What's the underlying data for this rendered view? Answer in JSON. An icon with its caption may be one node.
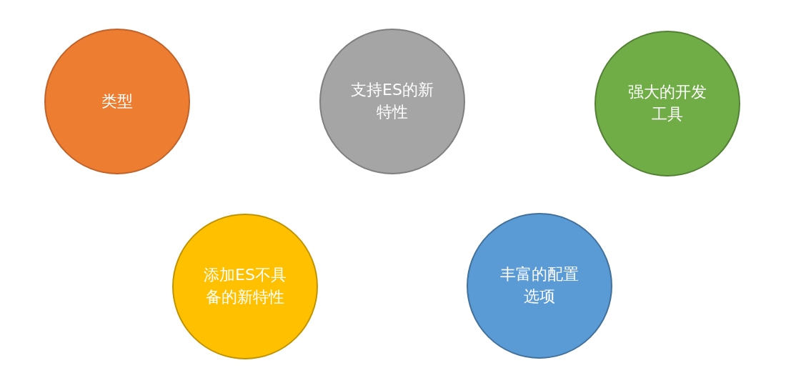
{
  "diagram": {
    "nodes": [
      {
        "text": [
          "类型"
        ]
      },
      {
        "text": [
          "支持ES的新特性"
        ]
      },
      {
        "text": [
          "强大的开发工具"
        ]
      },
      {
        "text": [
          "添加ES不具备的新特性"
        ]
      },
      {
        "text": [
          "丰富的配置选项"
        ]
      }
    ]
  }
}
